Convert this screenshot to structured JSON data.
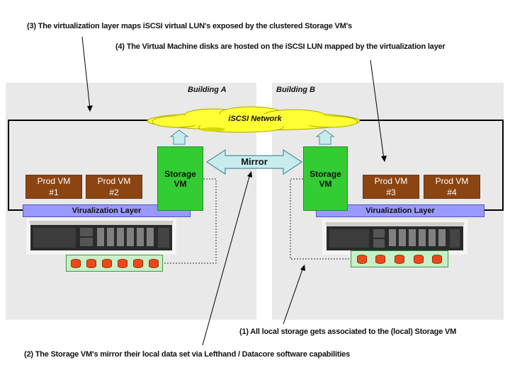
{
  "notes": {
    "n3": "(3) The virtualization layer maps iSCSI virtual LUN's exposed by the clustered Storage VM's",
    "n4": "(4) The Virtual Machine disks are hosted on the iSCSI LUN mapped by the virtualization layer",
    "n1": "(1) All local storage gets associated to the (local) Storage VM",
    "n2": "(2) The Storage VM's mirror their local data set via Lefthand / Datacore software capabilities"
  },
  "buildings": {
    "a": "Building A",
    "b": "Building B"
  },
  "network": {
    "label": "iSCSI Network"
  },
  "mirror": {
    "label": "Mirror"
  },
  "vms": {
    "vm1": {
      "line1": "Prod VM",
      "line2": "#1"
    },
    "vm2": {
      "line1": "Prod VM",
      "line2": "#2"
    },
    "vm3": {
      "line1": "Prod VM",
      "line2": "#3"
    },
    "vm4": {
      "line1": "Prod VM",
      "line2": "#4"
    }
  },
  "storage": {
    "a": {
      "line1": "Storage",
      "line2": "VM"
    },
    "b": {
      "line1": "Storage",
      "line2": "VM"
    }
  },
  "virtualization": {
    "a": "Virualization Layer",
    "b": "Virualization Layer"
  },
  "colors": {
    "prod_vm": "#8b4513",
    "storage_vm": "#33cc33",
    "virtualization": "#9999ff",
    "network_cloud": "#ffff33",
    "mirror_arrow": "#c8ecec",
    "disk": "#e84a1c",
    "building_bg": "#e9e9e9"
  },
  "disks": {
    "a_count": 6,
    "b_count": 5
  }
}
